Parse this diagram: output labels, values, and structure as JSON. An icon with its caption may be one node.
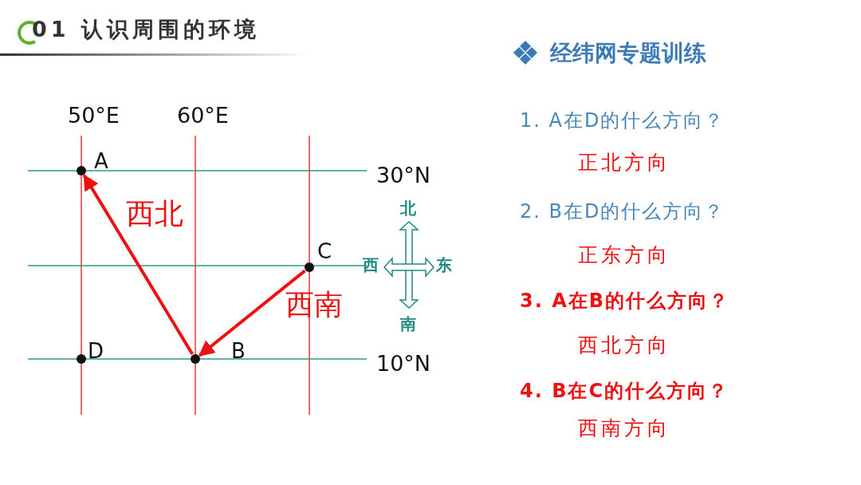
{
  "diagram": {
    "title": "01 认识周围的环境",
    "nodes": [
      {
        "text": [
          "A"
        ]
      },
      {
        "text": [
          "C"
        ]
      },
      {
        "text": [
          "D"
        ]
      },
      {
        "text": [
          "B"
        ]
      }
    ],
    "edges": [
      {
        "from": 3,
        "to": 0,
        "arrow": "to",
        "label": "西北"
      },
      {
        "from": 1,
        "to": 3,
        "arrow": "to",
        "label": "西南"
      }
    ],
    "labels": [
      "50°E",
      "60°E",
      "30°N",
      "10°N",
      "北",
      "西",
      "东",
      "南",
      "经纬网专题训练",
      "1. A在D的什么方向？",
      "正北方向",
      "2. B在D的什么方向？",
      "正东方向",
      "3. A在B的什么方向？",
      "西北方向",
      "4. B在C的什么方向？",
      "西南方向"
    ]
  }
}
